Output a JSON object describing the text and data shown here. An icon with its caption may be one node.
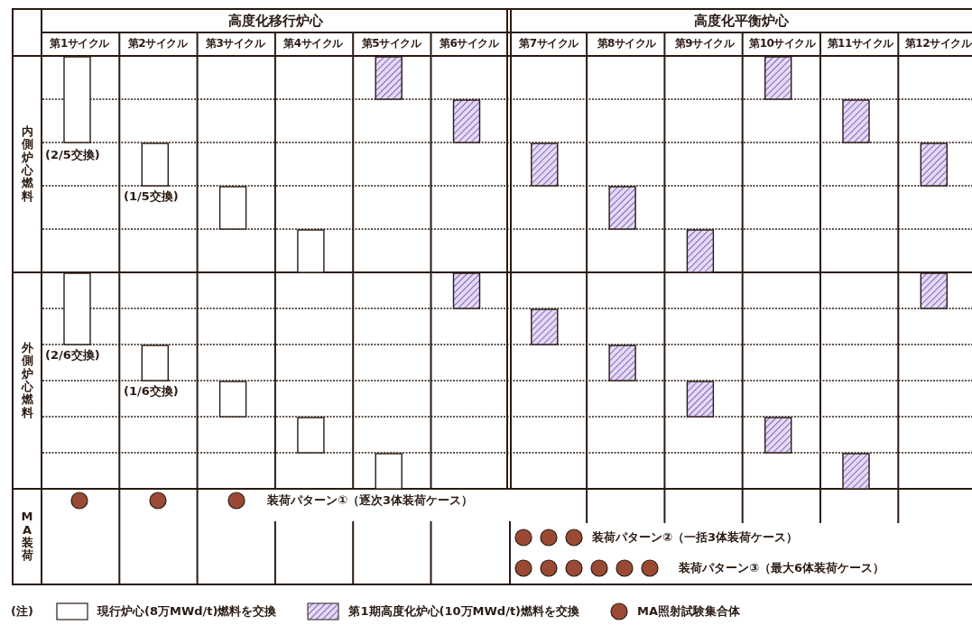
{
  "diagram": {
    "labels": [
      "高度化移行炉心",
      "高度化平衡炉心",
      "第1サイクル",
      "第2サイクル",
      "第3サイクル",
      "第4サイクル",
      "第5サイクル",
      "第6サイクル",
      "第7サイクル",
      "第8サイクル",
      "第9サイクル",
      "第10サイクル",
      "第11サイクル",
      "第12サイクル",
      "内側炉心燃料",
      "(2/5交換)",
      "(1/5交換)",
      "外側炉心燃料",
      "(2/6交換)",
      "(1/6交換)",
      "MA装荷",
      "装荷パターン①（逐次3体装荷ケース）",
      "装荷パターン②（一括3体装荷ケース）",
      "装荷パターン③（最大6体装荷ケース）",
      "(注)"
    ],
    "legend": [
      {
        "text": "現行炉心(8万MWd/t)燃料を交換"
      },
      {
        "text": "第1期高度化炉心(10万MWd/t)燃料を交換"
      },
      {
        "text": "MA照射試験集合体"
      }
    ]
  }
}
